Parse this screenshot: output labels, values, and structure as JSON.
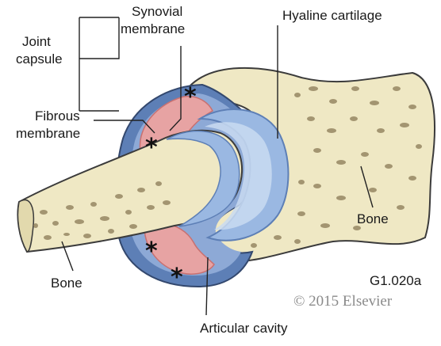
{
  "labels": {
    "synovial_membrane_1": "Synovial",
    "synovial_membrane_2": "membrane",
    "joint_capsule_1": "Joint",
    "joint_capsule_2": "capsule",
    "fibrous_membrane_1": "Fibrous",
    "fibrous_membrane_2": "membrane",
    "hyaline_cartilage": "Hyaline cartilage",
    "bone_right": "Bone",
    "bone_left": "Bone",
    "articular_cavity": "Articular cavity"
  },
  "figure_code": "G1.020a",
  "copyright": "© 2015 Elsevier",
  "markers": [
    "*",
    "*",
    "*",
    "*"
  ],
  "colors": {
    "bone": "#efe8c4",
    "bone_outline": "#3b3b3b",
    "marrow_pore": "#8a7a55",
    "capsule_outer": "#5d7fb6",
    "capsule_inner": "#8da9d6",
    "cartilage": "#9ab8e2",
    "cartilage_light": "#c9daf1",
    "synovial": "#e7a3a3",
    "synovial_dark": "#c97070"
  }
}
